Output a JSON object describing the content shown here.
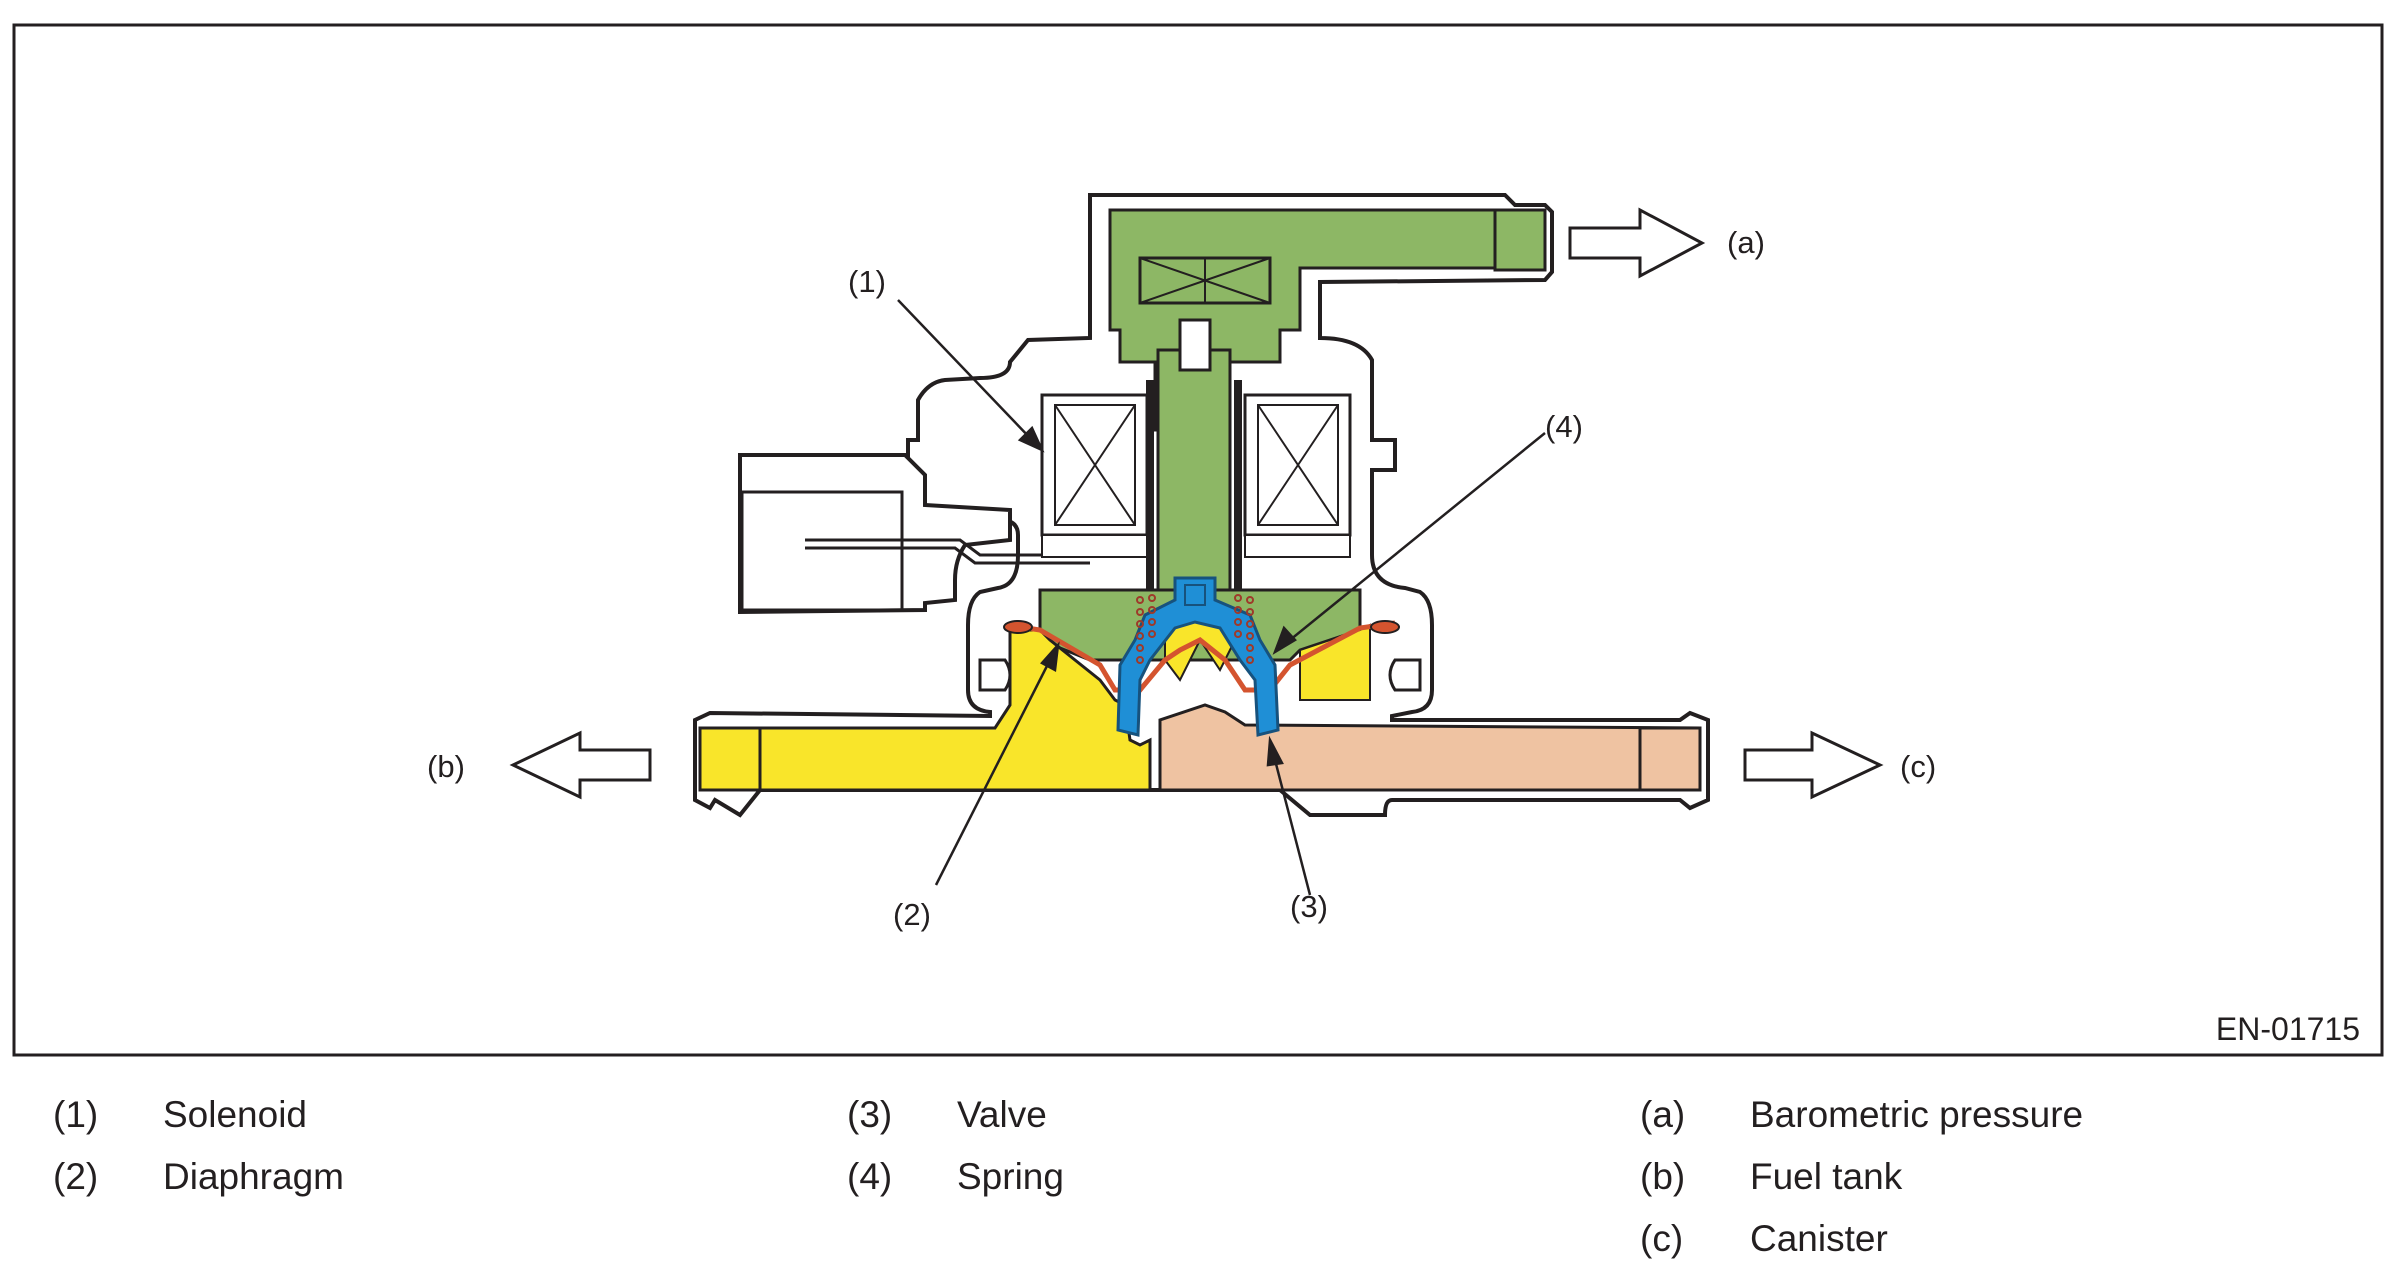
{
  "figure": {
    "code": "EN-01715",
    "callouts": {
      "c1": "(1)",
      "c2": "(2)",
      "c3": "(3)",
      "c4": "(4)"
    },
    "ports": {
      "a": "(a)",
      "b": "(b)",
      "c": "(c)"
    },
    "colors": {
      "border": "#231f20",
      "green": "#8db765",
      "yellow": "#f9e52a",
      "peach": "#efc3a2",
      "blue": "#1f8fd6",
      "dark_blue": "#17527d",
      "gray": "#6d6e71",
      "red": "#d4542f",
      "spring": "#9e3a2a"
    }
  },
  "legend": {
    "col1": [
      {
        "key": "(1)",
        "text": "Solenoid"
      },
      {
        "key": "(2)",
        "text": "Diaphragm"
      }
    ],
    "col2": [
      {
        "key": "(3)",
        "text": "Valve"
      },
      {
        "key": "(4)",
        "text": "Spring"
      }
    ],
    "col3": [
      {
        "key": "(a)",
        "text": "Barometric pressure"
      },
      {
        "key": "(b)",
        "text": "Fuel tank"
      },
      {
        "key": "(c)",
        "text": "Canister"
      }
    ]
  }
}
